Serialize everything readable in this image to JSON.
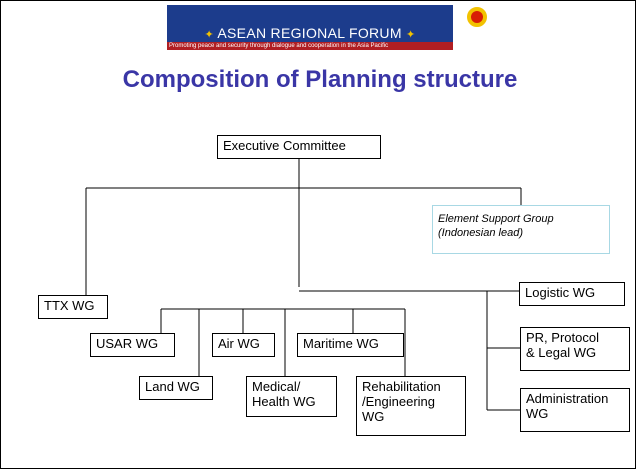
{
  "banner": {
    "title": "ASEAN REGIONAL FORUM",
    "tagline": "Promoting peace and security through dialogue and cooperation in the Asia Pacific",
    "logo_colors": {
      "band": "#1c3c8c",
      "strip": "#b01e23",
      "emblem": "#f2c200"
    }
  },
  "slide": {
    "title": "Composition of Planning structure",
    "title_color": "#3a36a6"
  },
  "org": {
    "executive": "Executive Committee",
    "support_group": "Element Support Group\n(Indonesian lead)",
    "ttx": "TTX WG",
    "usar": "USAR WG",
    "land": "Land WG",
    "air": "Air WG",
    "medical": "Medical/\nHealth WG",
    "maritime": "Maritime WG",
    "rehab": "Rehabilitation\n/Engineering\nWG",
    "logistic": "Logistic WG",
    "pr": "PR, Protocol\n& Legal WG",
    "admin": "Administration\nWG"
  }
}
